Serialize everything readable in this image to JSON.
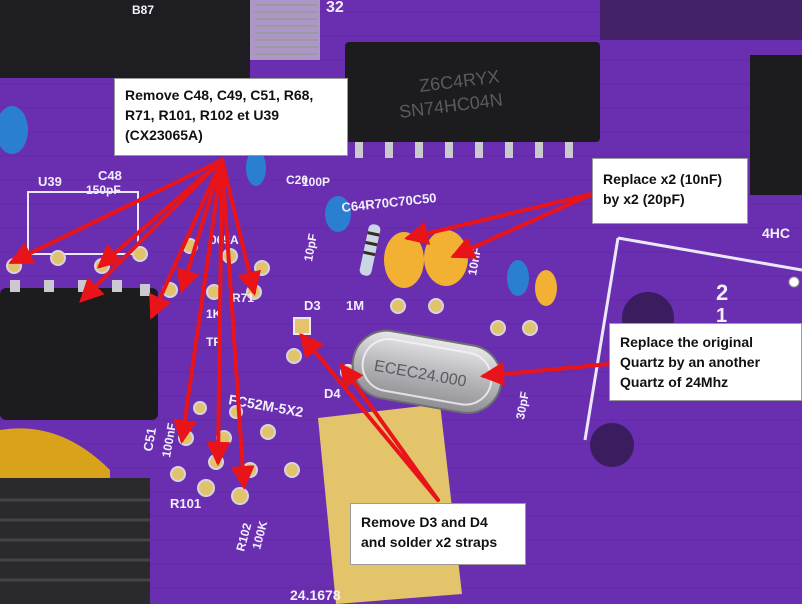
{
  "callouts": {
    "remove_components": {
      "line1": "Remove C48, C49, C51, R68,",
      "line2": "R71, R101, R102 et U39",
      "line3": "(CX23065A)"
    },
    "replace_caps": {
      "line1": "Replace x2 (10nF)",
      "line2": "by x2 (20pF)"
    },
    "replace_quartz": {
      "line1": "Replace the original",
      "line2": "Quartz  by an another",
      "line3": "Quartz of 24Mhz"
    },
    "remove_diodes": {
      "line1": "Remove D3 and D4",
      "line2": "and solder x2 straps"
    }
  },
  "board_labels": {
    "u39": "U39",
    "c48": "C48",
    "c48_value": "150pF",
    "c64": "C64R70C70C50",
    "one_meg": "1M",
    "d3": "D3",
    "d4": "D4",
    "r101": "R101",
    "r102": "R102",
    "r102_value": "100K",
    "c51": "C51",
    "c51_value": "100nF",
    "osc_part": "FC52M-5X2",
    "cap_10pf": "10pF",
    "cap_10nf": "10nF",
    "cap_30pf": "30pF",
    "res_1k": "1K",
    "r6": "R6",
    "r71": "R71",
    "tp": "TP",
    "ic_topright_1": "Z6C4RYX",
    "ic_topright_2": "SN74HC04N",
    "ic_left": "B87",
    "crystal_marking": "ECEC24.000",
    "num_32": "32",
    "num_2": "2",
    "num_1": "1",
    "bottom_ref": "24.1678",
    "hc_right": "4HC",
    "cap_100p": "100P",
    "c20": "C20"
  },
  "colors": {
    "pcb_purple": "#6a2fb0",
    "pcb_dark": "#4a1e85",
    "arrow_red": "#e8141a",
    "ic_black": "#1c1c1e",
    "cap_yellow": "#f2b133",
    "cap_blue": "#2a7fd0",
    "gold_pad": "#e3c46a"
  }
}
